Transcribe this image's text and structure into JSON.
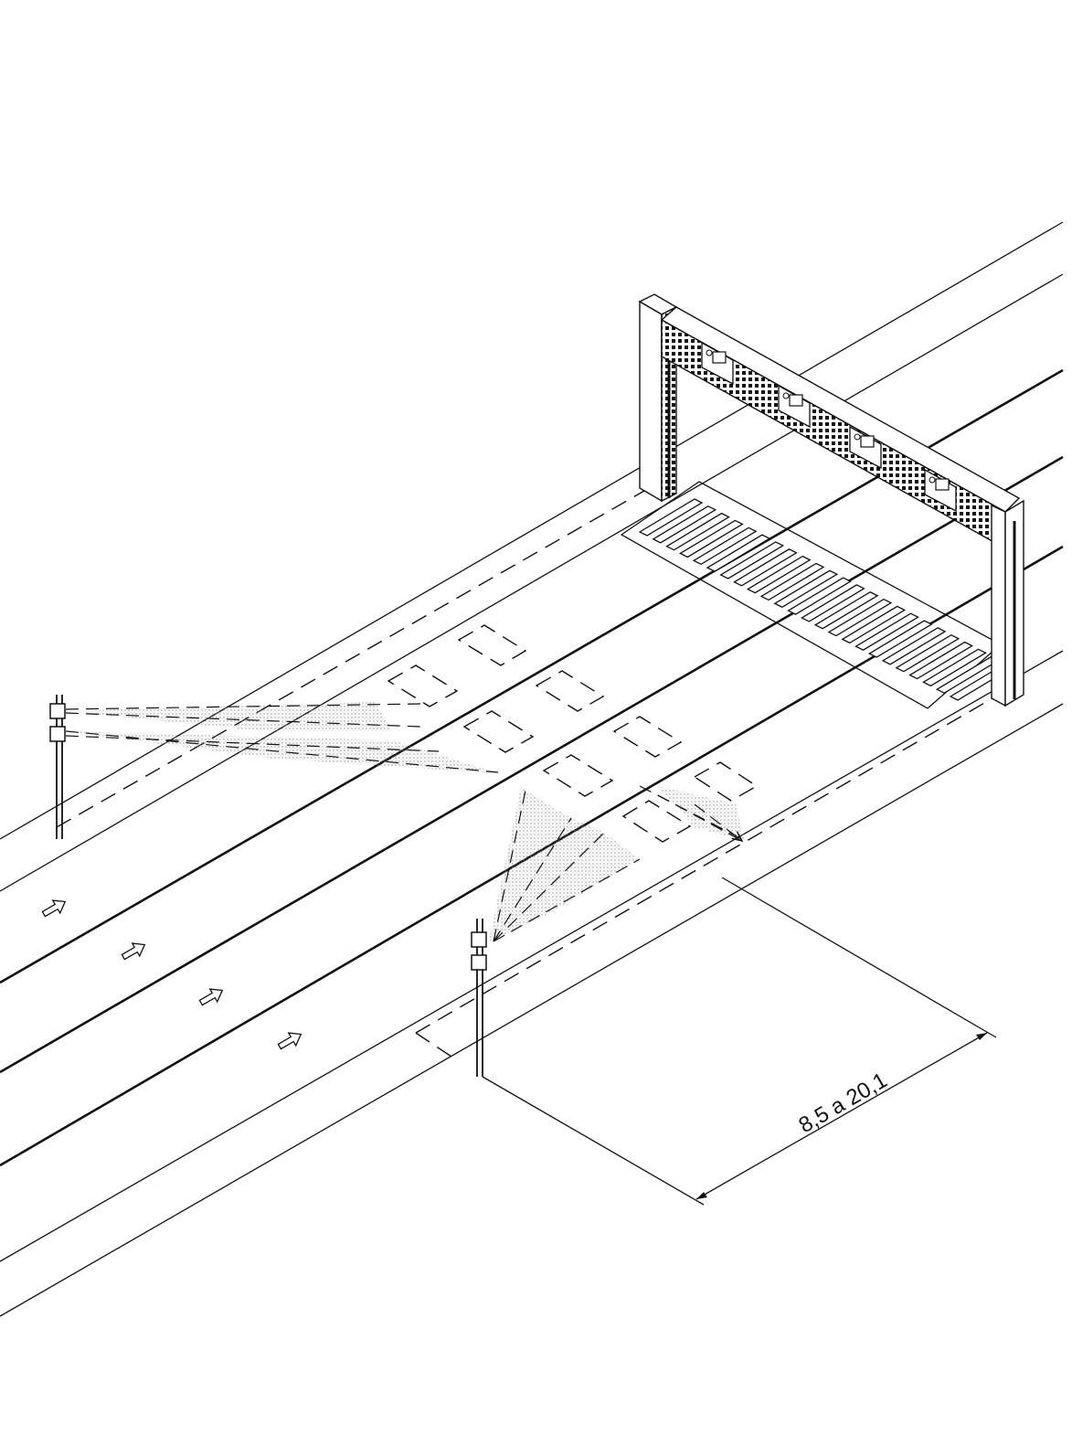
{
  "dimension": {
    "label": "8,5 a 20,1"
  },
  "colors": {
    "ink": "#111111",
    "paper": "#ffffff",
    "beam_stipple": "#9a9a9a"
  },
  "icons": {
    "lane_arrow": "outlined-arrow",
    "sensor_head": "box"
  }
}
